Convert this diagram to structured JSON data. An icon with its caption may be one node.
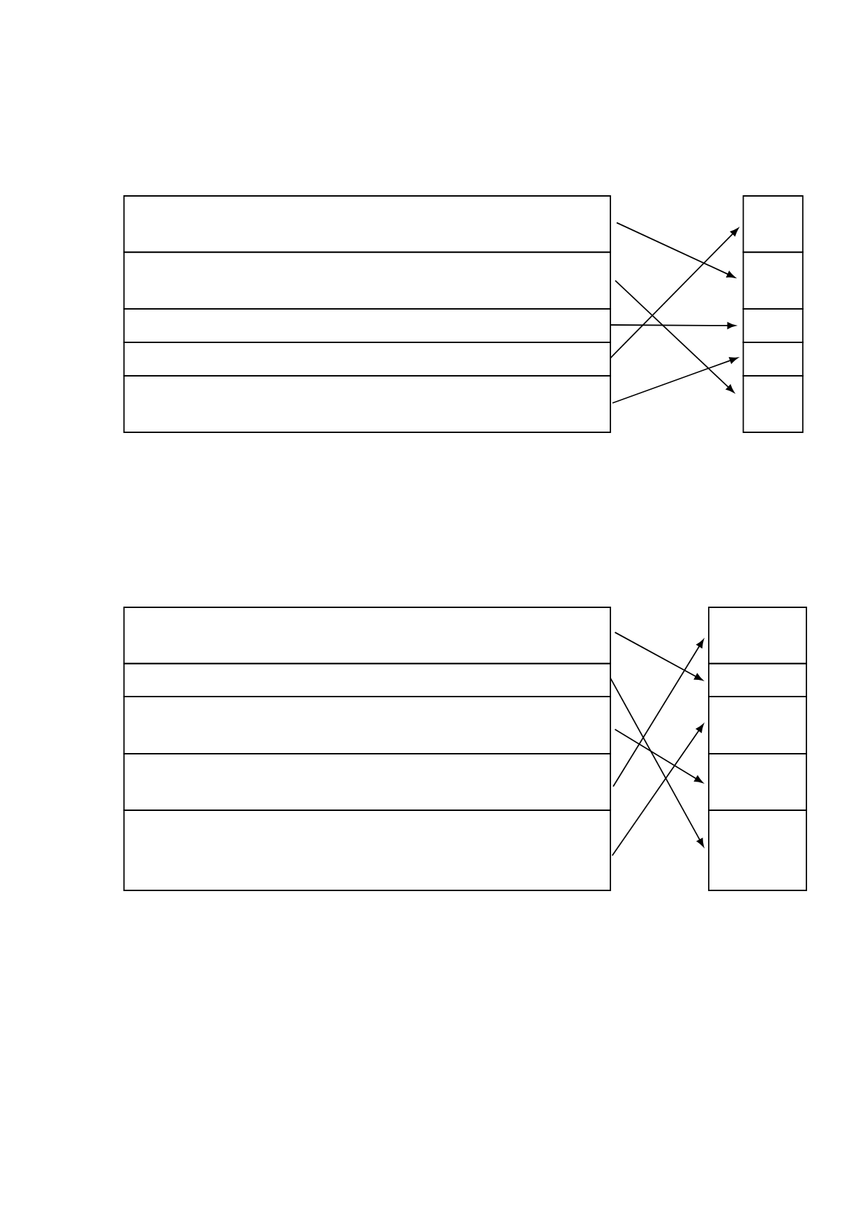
{
  "diagram": {
    "nodes": [
      {
        "text": [],
        "shape": "box"
      },
      {
        "text": [],
        "shape": "box"
      },
      {
        "text": [],
        "shape": "box"
      },
      {
        "text": [],
        "shape": "box"
      },
      {
        "text": [],
        "shape": "box"
      },
      {
        "text": [],
        "shape": "box"
      },
      {
        "text": [],
        "shape": "box"
      },
      {
        "text": [],
        "shape": "box"
      },
      {
        "text": [],
        "shape": "box"
      },
      {
        "text": [],
        "shape": "box"
      },
      {
        "text": [],
        "shape": "box"
      },
      {
        "text": [],
        "shape": "box"
      },
      {
        "text": [],
        "shape": "box"
      },
      {
        "text": [],
        "shape": "box"
      },
      {
        "text": [],
        "shape": "box"
      },
      {
        "text": [],
        "shape": "box"
      },
      {
        "text": [],
        "shape": "box"
      },
      {
        "text": [],
        "shape": "box"
      },
      {
        "text": [],
        "shape": "box"
      },
      {
        "text": [],
        "shape": "box"
      }
    ],
    "edges": [
      {
        "from": 0,
        "to": 6,
        "arrow": "to"
      },
      {
        "from": 1,
        "to": 9,
        "arrow": "to"
      },
      {
        "from": 2,
        "to": 7,
        "arrow": "to"
      },
      {
        "from": 3,
        "to": 5,
        "arrow": "to"
      },
      {
        "from": 4,
        "to": 8,
        "arrow": "to"
      },
      {
        "from": 10,
        "to": 16,
        "arrow": "to"
      },
      {
        "from": 11,
        "to": 19,
        "arrow": "to"
      },
      {
        "from": 12,
        "to": 18,
        "arrow": "to"
      },
      {
        "from": 13,
        "to": 15,
        "arrow": "to"
      },
      {
        "from": 14,
        "to": 17,
        "arrow": "to"
      }
    ]
  }
}
